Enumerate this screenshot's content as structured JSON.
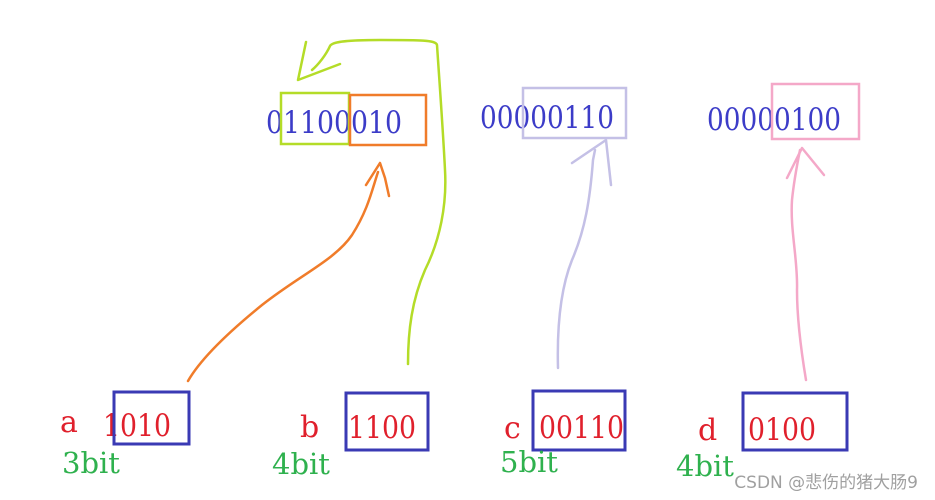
{
  "memory_bytes": [
    {
      "id": "byte1",
      "value": "01100010"
    },
    {
      "id": "byte2",
      "value": "00000110"
    },
    {
      "id": "byte3",
      "value": "00000100"
    }
  ],
  "variables": [
    {
      "name": "a",
      "value": "1010",
      "bits": "3bit"
    },
    {
      "name": "b",
      "value": "1100",
      "bits": "4bit"
    },
    {
      "name": "c",
      "value": "00110",
      "bits": "5bit"
    },
    {
      "name": "d",
      "value": "0100",
      "bits": "4bit"
    }
  ],
  "watermark": "CSDN @悲伤的猪大肠9",
  "colors": {
    "blue_text": "#3c3cc8",
    "red_text": "#e0202c",
    "green_text": "#2fb14e",
    "box_blue": "#3a3ab4",
    "arrow_orange": "#f07c2a",
    "arrow_lime": "#b4dc28",
    "arrow_lavender": "#c4c0e6",
    "arrow_pink": "#f4a8c8"
  }
}
